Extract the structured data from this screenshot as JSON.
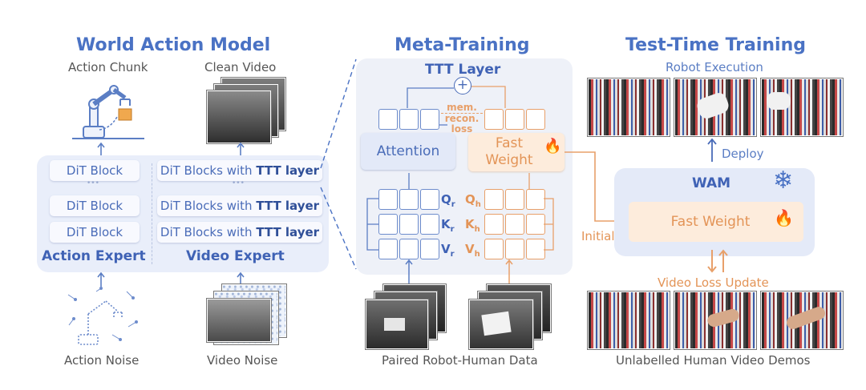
{
  "wam": {
    "title": "World Action Model",
    "action_chunk": "Action Chunk",
    "clean_video": "Clean Video",
    "action_noise": "Action Noise",
    "video_noise": "Video Noise",
    "dit_block": "DiT Block",
    "dots": "•••",
    "dit_ttt_prefix": "DiT Blocks with ",
    "dit_ttt_bold": "TTT layer",
    "action_expert": "Action Expert",
    "video_expert": "Video Expert"
  },
  "meta": {
    "title": "Meta-Training",
    "ttt_layer": "TTT Layer",
    "plus": "+",
    "mem_loss_1": "mem.",
    "mem_loss_2": "recon.",
    "mem_loss_3": "loss",
    "attention": "Attention",
    "fast_weight_1": "Fast",
    "fast_weight_2": "Weight",
    "fire": "🔥",
    "q_r": "Q",
    "q_r_sub": "r",
    "k_r": "K",
    "k_r_sub": "r",
    "v_r": "V",
    "v_r_sub": "r",
    "q_h": "Q",
    "q_h_sub": "h",
    "k_h": "K",
    "k_h_sub": "h",
    "v_h": "V",
    "v_h_sub": "h",
    "paired_data": "Paired Robot-Human Data",
    "initialize": "Initialize"
  },
  "ttt": {
    "title": "Test-Time Training",
    "robot_execution": "Robot Execution",
    "deploy": "Deploy",
    "wam": "WAM",
    "snowflake": "❄",
    "fast_weight": "Fast Weight",
    "video_loss": "Video Loss Update",
    "unlabelled": "Unlabelled Human Video Demos"
  },
  "colors": {
    "blue_title": "#4a72c4",
    "orange": "#e8a06a",
    "panel": "#e9eefa"
  }
}
